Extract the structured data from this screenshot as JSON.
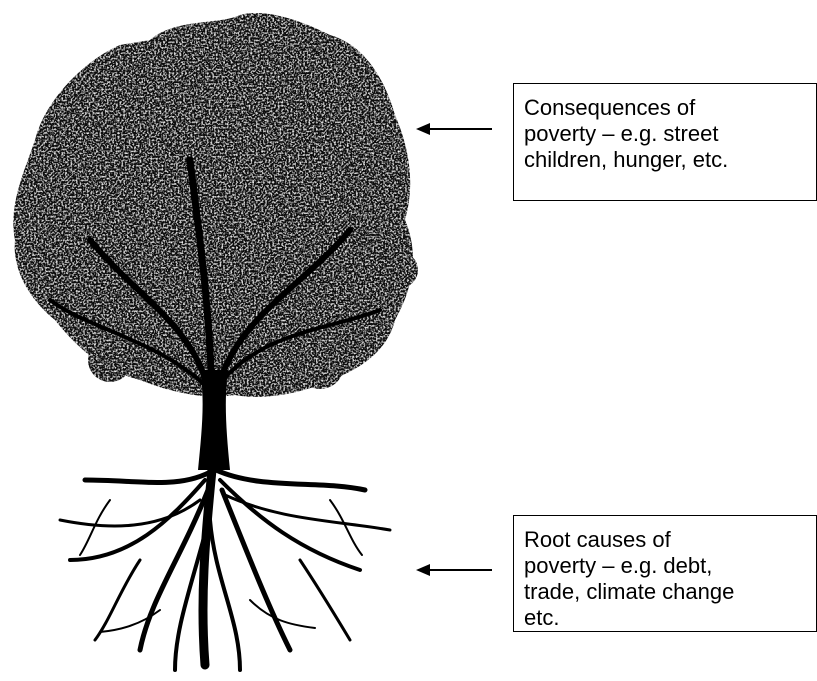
{
  "consequences_box": {
    "lines": [
      "Consequences of",
      "poverty – e.g. street",
      "children, hunger, etc."
    ]
  },
  "root_causes_box": {
    "lines": [
      "Root causes of",
      "poverty – e.g. debt,",
      "trade, climate change",
      "etc."
    ]
  },
  "colors": {
    "ink": "#000000",
    "paper": "#ffffff"
  }
}
